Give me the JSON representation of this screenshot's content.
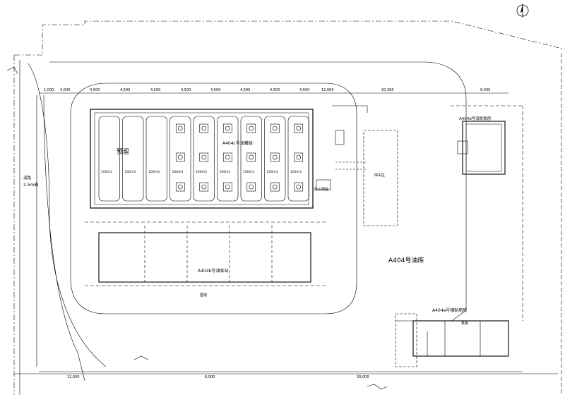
{
  "labels": {
    "depot_title": "A404号油库",
    "tank_area_title": "A404c号油罐组",
    "loading_station_title": "A404b号油泵站",
    "admin_building_title": "A404a号辅助用房",
    "fire_pump_title": "A404d号消防泵房",
    "tank_area_char": "预留",
    "road_width_note": "道路",
    "road_width_value": "2.5m高",
    "parking_area": "停车区",
    "tank_capacity": "100m3",
    "fence_note": "围墙",
    "gate_note": "防火隔堤",
    "pump_room_label": "泵房",
    "north_symbol": "N"
  },
  "dimensions_top": [
    "1,000",
    "4,000",
    "4,500",
    "4,500",
    "4,500",
    "4,500",
    "4,500",
    "4,500",
    "4,500",
    "4,500",
    "12,000",
    "20,360",
    "6,000"
  ],
  "dimensions_bottom": [
    "12,000",
    "6,000",
    "30,000"
  ],
  "tank_labels": [
    "100m3",
    "100m3",
    "100m3",
    "100m3",
    "100m3",
    "100m3",
    "100m3",
    "100m3",
    "100m3"
  ],
  "colors": {
    "line": "#000000",
    "background": "#ffffff"
  }
}
